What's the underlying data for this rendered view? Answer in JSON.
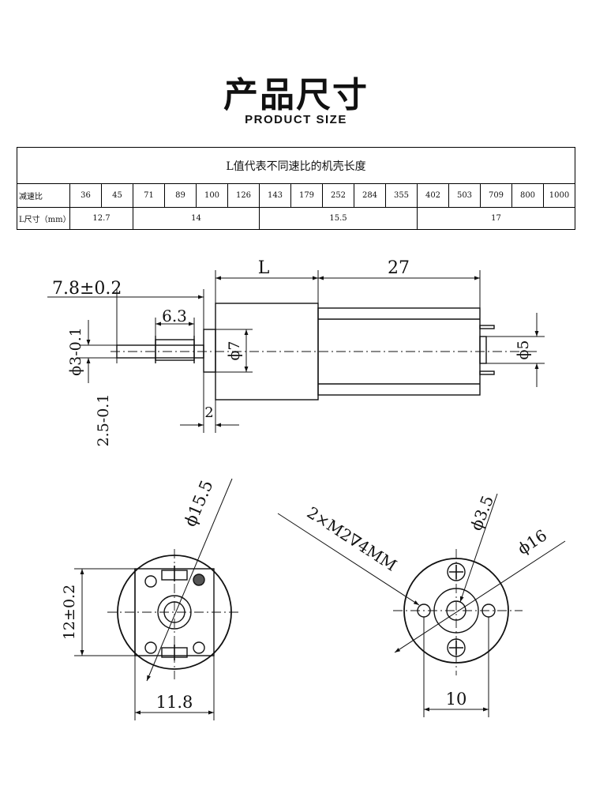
{
  "header": {
    "title_cn": "产品尺寸",
    "title_en": "PRODUCT SIZE"
  },
  "table": {
    "title": "L值代表不同速比的机壳长度",
    "ratio_label": "减速比",
    "ratios": [
      "36",
      "45",
      "71",
      "89",
      "100",
      "126",
      "143",
      "179",
      "252",
      "284",
      "355",
      "402",
      "503",
      "709",
      "800",
      "1000"
    ],
    "length_label": "L尺寸（mm）",
    "lengths": [
      {
        "value": "12.7",
        "span": 2
      },
      {
        "value": "14",
        "span": 4
      },
      {
        "value": "15.5",
        "span": 5
      },
      {
        "value": "17",
        "span": 5
      }
    ]
  },
  "side_view": {
    "dim_L": "L",
    "dim_27": "27",
    "dim_7_8": "7.8±0.2",
    "dim_6_3": "6.3",
    "dim_phi7": "ϕ7",
    "dim_phi5": "ϕ5",
    "dim_phi3": "ϕ3-0.1",
    "dim_2": "2",
    "dim_2_5": "2.5-0.1"
  },
  "front_view": {
    "dim_phi15_5": "ϕ15.5",
    "dim_12": "12±0.2",
    "dim_11_8": "11.8"
  },
  "rear_view": {
    "dim_thread": "2×M2∇4MM",
    "dim_phi3_5": "ϕ3.5",
    "dim_phi16": "ϕ16",
    "dim_10": "10"
  }
}
